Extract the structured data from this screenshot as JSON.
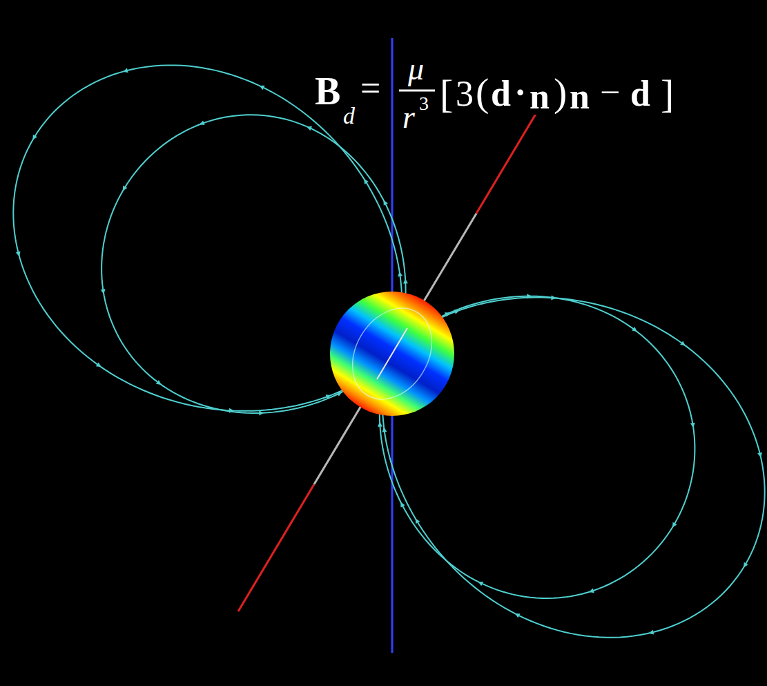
{
  "diagram": {
    "labels": [
      "B",
      "d",
      "=",
      "μ",
      "r",
      "3",
      "[",
      "3",
      "(",
      "d",
      "·",
      "n",
      ")",
      "n",
      "−",
      "d",
      "]"
    ]
  }
}
